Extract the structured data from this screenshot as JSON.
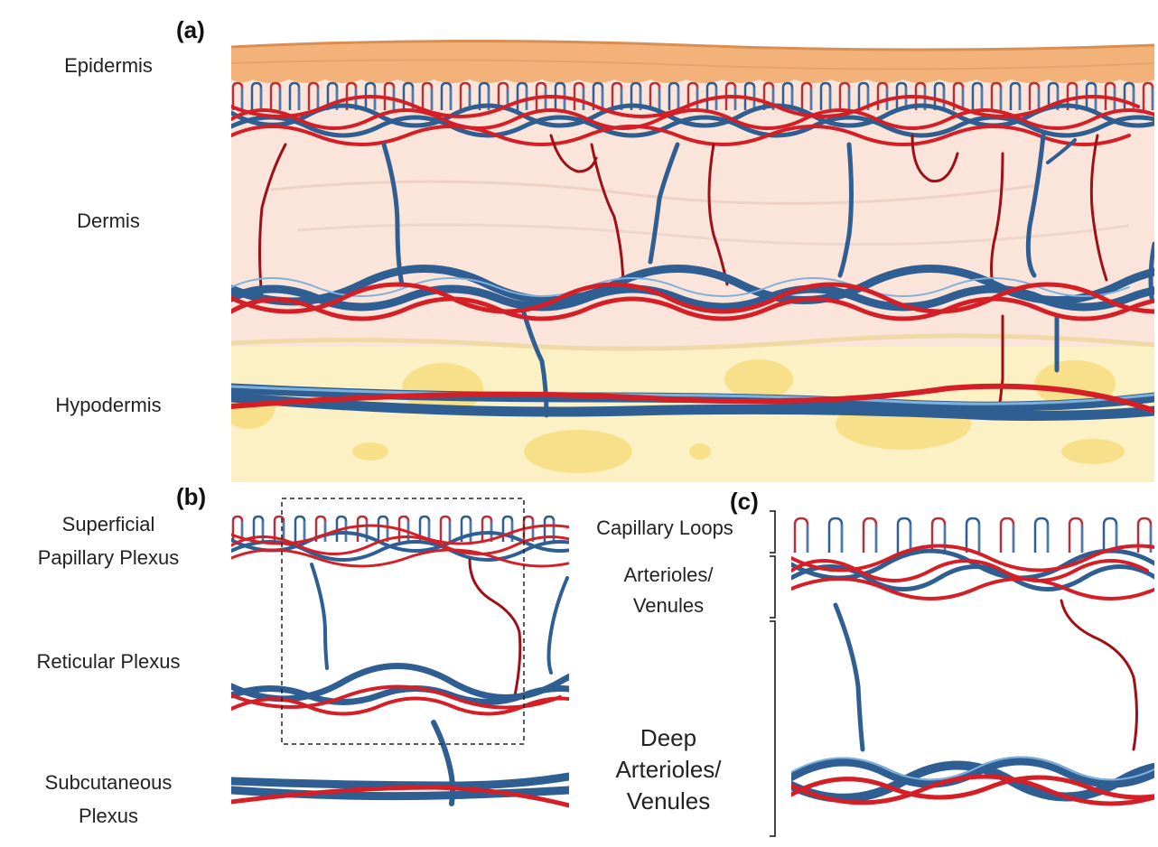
{
  "panels": {
    "a": {
      "tag": "(a)",
      "labels": [
        "Epidermis",
        "Dermis",
        "Hypodermis"
      ]
    },
    "b": {
      "tag": "(b)",
      "labels": [
        [
          "Superficial",
          "Papillary Plexus"
        ],
        [
          "Reticular Plexus"
        ],
        [
          "Subcutaneous",
          "Plexus"
        ]
      ]
    },
    "c": {
      "tag": "(c)",
      "labels": {
        "capillary": "Capillary Loops",
        "arterioles": [
          "Arterioles/",
          "Venules"
        ],
        "deep": [
          "Deep",
          "Arterioles/",
          "Venules"
        ]
      }
    }
  },
  "colors": {
    "epidermis": "#f2b27a",
    "dermis": "#fbe4da",
    "hypodermis": "#fbf1c4",
    "fat": "#f8e08a",
    "vein": "#2f5f92",
    "artery": "#d51f26"
  }
}
